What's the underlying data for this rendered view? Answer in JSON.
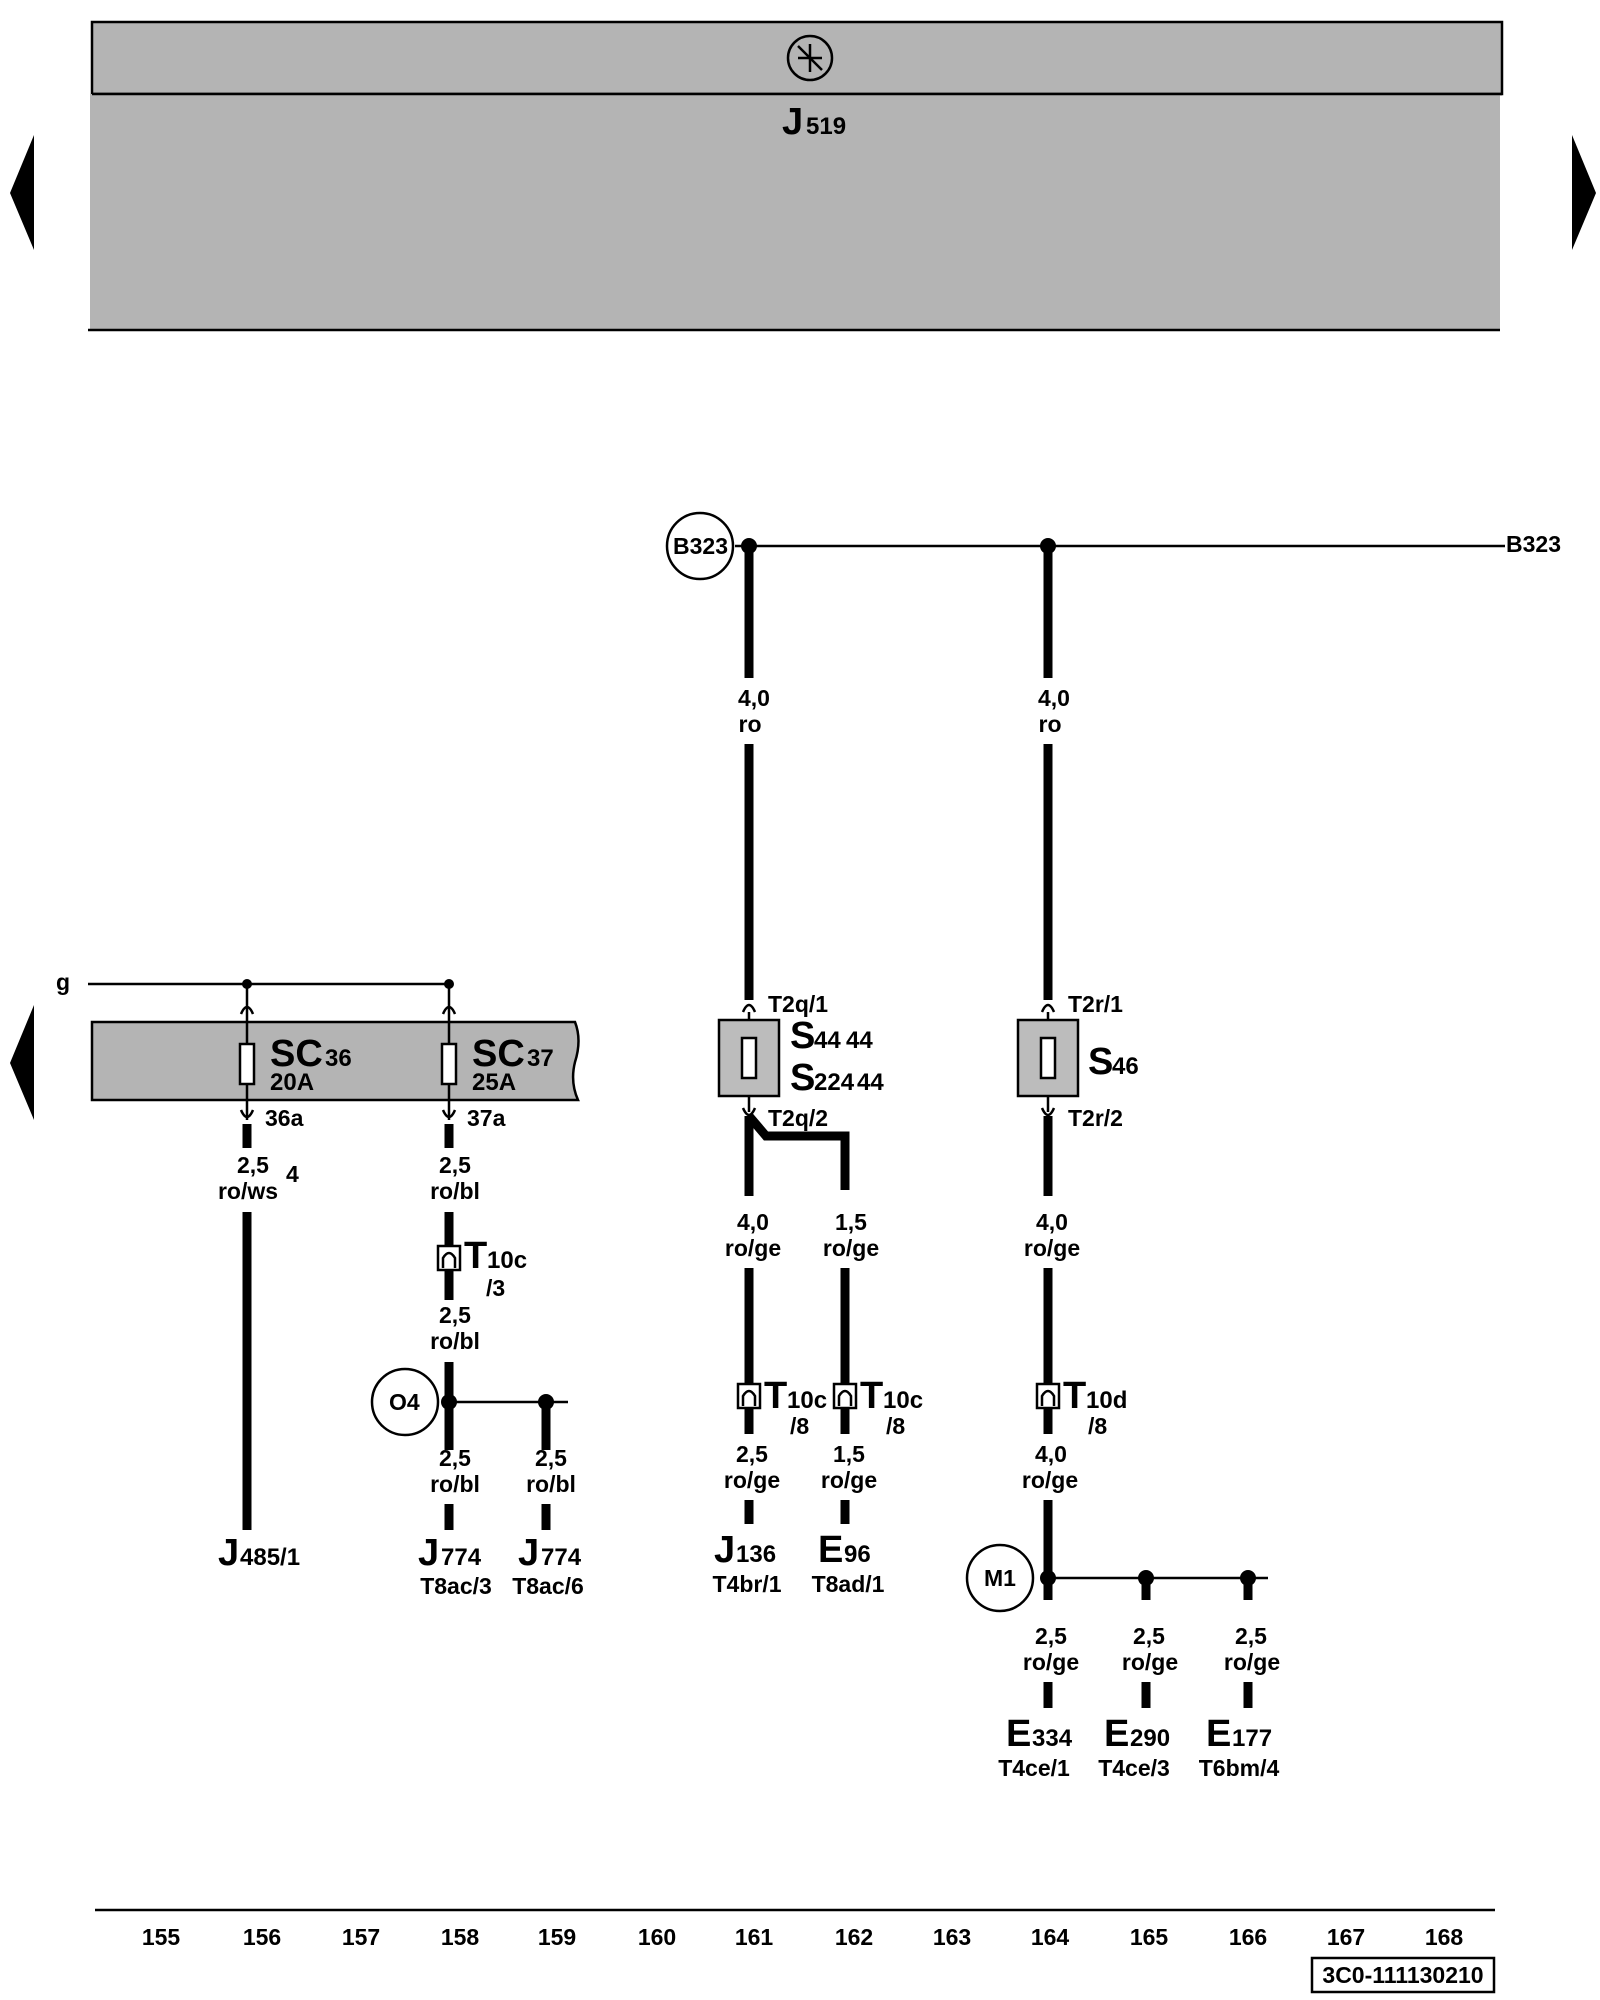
{
  "control_unit": {
    "label": "J",
    "index": "519"
  },
  "bus": {
    "name_left": "B323",
    "name_right": "B323"
  },
  "feed_g": "g",
  "fuses_sc": [
    {
      "name": "SC",
      "num": "36",
      "rating": "20A",
      "pin": "36a",
      "wire": {
        "size": "2,5",
        "color": "ro/ws"
      },
      "note": "4",
      "dest": {
        "label": "J",
        "index": "485/1"
      }
    },
    {
      "name": "SC",
      "num": "37",
      "rating": "25A",
      "pin": "37a",
      "wire": {
        "size": "2,5",
        "color": "ro/bl"
      }
    }
  ],
  "connector_t10c_3": {
    "name": "T",
    "index": "10c",
    "pin": "/3",
    "wire": {
      "size": "2,5",
      "color": "ro/bl"
    }
  },
  "junction_o4": {
    "label": "O4",
    "branches": [
      {
        "size": "2,5",
        "color": "ro/bl",
        "dest": "J",
        "index": "774",
        "conn": "T8ac/3"
      },
      {
        "size": "2,5",
        "color": "ro/bl",
        "dest": "J",
        "index": "774",
        "conn": "T8ac/6"
      }
    ]
  },
  "fuse_s44": {
    "wire_in": {
      "size": "4,0",
      "color": "ro"
    },
    "pin_in": "T2q/1",
    "pin_out": "T2q/2",
    "line1": {
      "name": "S",
      "num": "44",
      "ref": "44"
    },
    "line2": {
      "name": "S",
      "num": "224",
      "ref": "44"
    },
    "out_left": {
      "size": "4,0",
      "color": "ro/ge"
    },
    "out_right": {
      "size": "1,5",
      "color": "ro/ge"
    },
    "conn_left": {
      "name": "T",
      "index": "10c",
      "pin": "/8"
    },
    "conn_right": {
      "name": "T",
      "index": "10c",
      "pin": "/8"
    },
    "after_left": {
      "size": "2,5",
      "color": "ro/ge"
    },
    "after_right": {
      "size": "1,5",
      "color": "ro/ge"
    },
    "dest_left": {
      "label": "J",
      "index": "136",
      "conn": "T4br/1"
    },
    "dest_right": {
      "label": "E",
      "index": "96",
      "conn": "T8ad/1"
    }
  },
  "fuse_s46": {
    "wire_in": {
      "size": "4,0",
      "color": "ro"
    },
    "pin_in": "T2r/1",
    "pin_out": "T2r/2",
    "name": "S",
    "num": "46",
    "out": {
      "size": "4,0",
      "color": "ro/ge"
    },
    "conn": {
      "name": "T",
      "index": "10d",
      "pin": "/8"
    },
    "after": {
      "size": "4,0",
      "color": "ro/ge"
    },
    "junction": "M1",
    "branches": [
      {
        "size": "2,5",
        "color": "ro/ge",
        "dest": "E",
        "index": "334",
        "conn": "T4ce/1"
      },
      {
        "size": "2,5",
        "color": "ro/ge",
        "dest": "E",
        "index": "290",
        "conn": "T4ce/3"
      },
      {
        "size": "2,5",
        "color": "ro/ge",
        "dest": "E",
        "index": "177",
        "conn": "T6bm/4"
      }
    ]
  },
  "track_numbers": [
    "155",
    "156",
    "157",
    "158",
    "159",
    "160",
    "161",
    "162",
    "163",
    "164",
    "165",
    "166",
    "167",
    "168"
  ],
  "doc_id": "3C0-111130210",
  "nav": {
    "left_icon": "arrow-left-icon",
    "right_icon": "arrow-right-icon"
  },
  "colors": {
    "panel": "#b4b4b4",
    "ink": "#000000",
    "fuse_fill": "#bcbcbc"
  }
}
